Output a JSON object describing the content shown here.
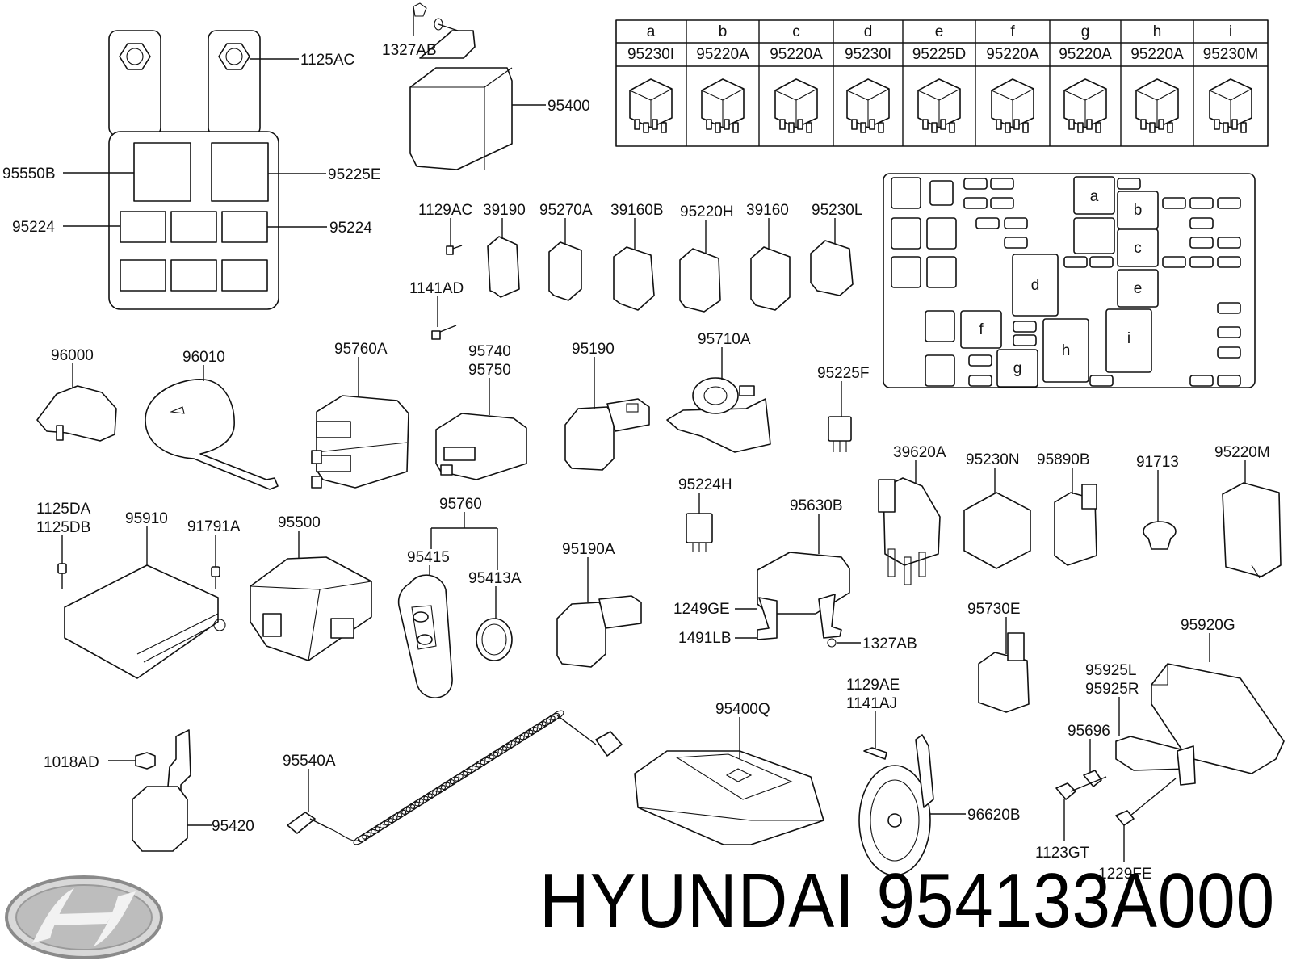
{
  "brand": {
    "name": "HYUNDAI",
    "part_number": "954133A000"
  },
  "relay_table": {
    "letters": [
      "a",
      "b",
      "c",
      "d",
      "e",
      "f",
      "g",
      "h",
      "i"
    ],
    "codes": [
      "95230I",
      "95220A",
      "95220A",
      "95230I",
      "95225D",
      "95220A",
      "95220A",
      "95220A",
      "95230M"
    ]
  },
  "fuse_box": {
    "slots": [
      "a",
      "b",
      "c",
      "d",
      "e",
      "f",
      "g",
      "h",
      "i"
    ]
  },
  "labels": {
    "p1125AC": "1125AC",
    "p1327AB_top": "1327AB",
    "p95400": "95400",
    "p95550B": "95550B",
    "p95225E": "95225E",
    "p95224_left": "95224",
    "p95224_right": "95224",
    "p1129AC": "1129AC",
    "p39190": "39190",
    "p95270A": "95270A",
    "p39160B": "39160B",
    "p95220H": "95220H",
    "p39160": "39160",
    "p95230L": "95230L",
    "p1141AD": "1141AD",
    "p96000": "96000",
    "p96010": "96010",
    "p95760A": "95760A",
    "p95740": "95740",
    "p95750": "95750",
    "p95190": "95190",
    "p95710A": "95710A",
    "p95225F": "95225F",
    "p39620A": "39620A",
    "p95230N": "95230N",
    "p95890B": "95890B",
    "p91713": "91713",
    "p95220M": "95220M",
    "p1125DA": "1125DA",
    "p1125DB": "1125DB",
    "p95910": "95910",
    "p91791A": "91791A",
    "p95500": "95500",
    "p95760": "95760",
    "p95415": "95415",
    "p95413A": "95413A",
    "p95190A": "95190A",
    "p95224H": "95224H",
    "p95630B": "95630B",
    "p1249GE": "1249GE",
    "p1491LB": "1491LB",
    "p1327AB_mid": "1327AB",
    "p95730E": "95730E",
    "p95920G": "95920G",
    "p95925L": "95925L",
    "p95925R": "95925R",
    "p95696": "95696",
    "p1123GT": "1123GT",
    "p1229FE": "1229FE",
    "p1018AD": "1018AD",
    "p95420": "95420",
    "p95540A": "95540A",
    "p95400Q": "95400Q",
    "p1129AE": "1129AE",
    "p1141AJ": "1141AJ",
    "p96620B": "96620B"
  }
}
